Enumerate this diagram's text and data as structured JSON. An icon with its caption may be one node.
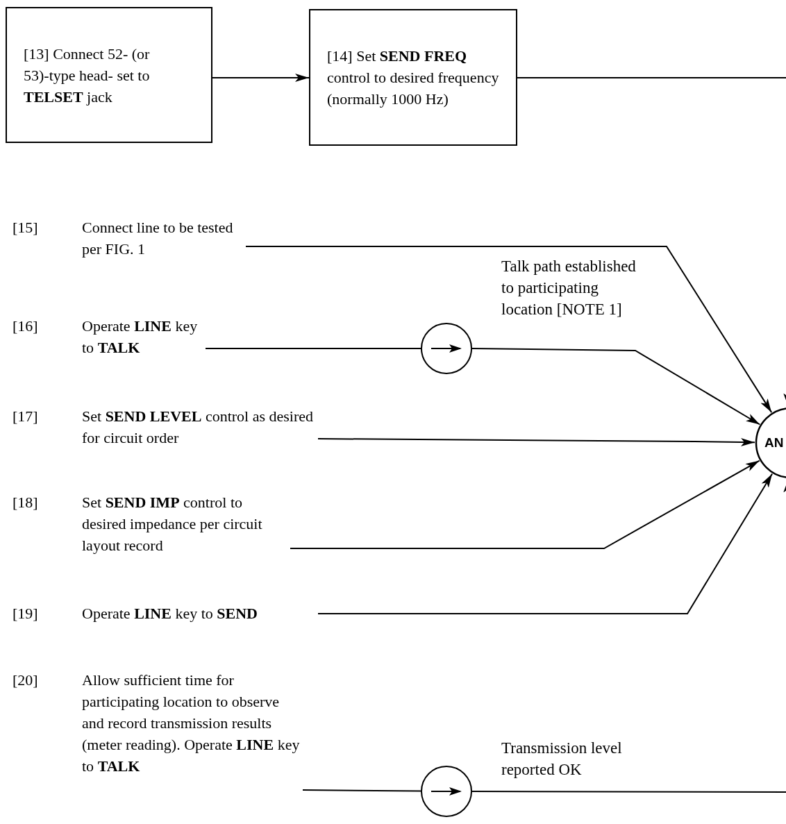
{
  "diagram": {
    "nodes": [
      {
        "text": [
          "[13] Connect 52- (or 53)-type head- set to **TELSET** jack"
        ]
      },
      {
        "text": [
          "[14] Set **SEND FREQ** control to desired frequency (normally 1000 Hz)"
        ]
      },
      {
        "text": [
          "[15]",
          "Connect line to be tested per FIG. 1"
        ]
      },
      {
        "text": [
          "[16]",
          "Operate **LINE** key to **TALK**"
        ]
      },
      {
        "text": [],
        "shape": "circle"
      },
      {
        "text": [
          "[17]",
          "Set **SEND LEVEL** control as desired for circuit order"
        ]
      },
      {
        "text": [
          "[18]",
          "Set **SEND IMP** control to desired impedance per circuit layout record"
        ]
      },
      {
        "text": [
          "[19]",
          "Operate **LINE** key to **SEND**"
        ]
      },
      {
        "text": [
          "[20]",
          "Allow sufficient time for participating location to observe and record transmission results (meter reading). Operate **LINE** key to **TALK**"
        ]
      },
      {
        "text": [],
        "shape": "circle"
      },
      {
        "text": [
          "AN"
        ]
      }
    ],
    "edges": [
      {
        "from": 0,
        "to": 1,
        "arrow": "to"
      },
      {
        "from": 1,
        "to": null,
        "arrow": "none"
      },
      {
        "from": 2,
        "to": 10,
        "arrow": "to"
      },
      {
        "from": 3,
        "to": 4,
        "arrow": "none"
      },
      {
        "from": 4,
        "to": 10,
        "arrow": "to",
        "label": "Talk path established to participating location [NOTE 1]"
      },
      {
        "from": 5,
        "to": 10,
        "arrow": "to"
      },
      {
        "from": 6,
        "to": 10,
        "arrow": "to"
      },
      {
        "from": 7,
        "to": 10,
        "arrow": "to"
      },
      {
        "from": 8,
        "to": 9,
        "arrow": "none"
      },
      {
        "from": 9,
        "to": null,
        "arrow": "none",
        "label": "Transmission level reported OK"
      },
      {
        "from": null,
        "to": 10,
        "arrow": "to"
      },
      {
        "from": null,
        "to": 10,
        "arrow": "to"
      }
    ]
  }
}
